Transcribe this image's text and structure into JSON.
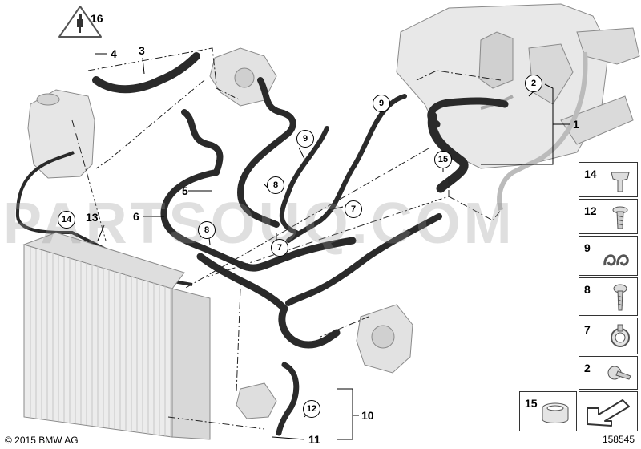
{
  "callouts": {
    "n16": "16",
    "n4": "4",
    "n3": "3",
    "n1": "1",
    "n5": "5",
    "n6": "6",
    "n13": "13",
    "n10": "10",
    "n11": "11"
  },
  "circled": {
    "c2": "2",
    "c9a": "9",
    "c9b": "9",
    "c15": "15",
    "c8a": "8",
    "c8b": "8",
    "c7a": "7",
    "c7b": "7",
    "c14": "14",
    "c12": "12"
  },
  "legend": [
    "14",
    "12",
    "9",
    "8",
    "7",
    "2"
  ],
  "legend_extra": {
    "clamp": "15"
  },
  "watermark": "PARTSOUQ.COM",
  "copyright": "© 2015 BMW AG",
  "figure_number": "158545",
  "colors": {
    "hose": "#2a2a2a",
    "parts": "#d6d6d6",
    "outline": "#555555",
    "watermark": "#969696"
  }
}
